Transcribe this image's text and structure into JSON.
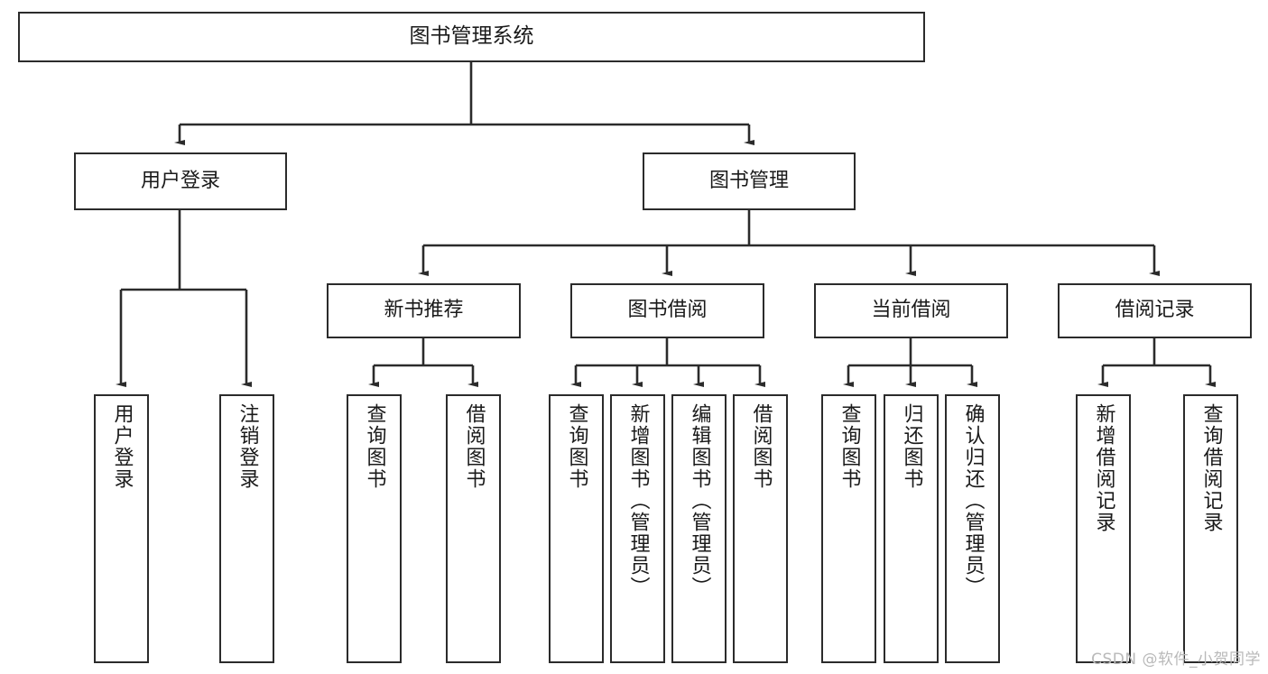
{
  "diagram": {
    "title": "图书管理系统",
    "type": "tree",
    "watermark": "CSDN @软件_小贺同学",
    "stroke_color": "#2b2b2b",
    "background_color": "#ffffff",
    "text_color": "#1a1a1a",
    "watermark_color": "#b9b9b9"
  },
  "nodes": {
    "root": {
      "label": "图书管理系统"
    },
    "level2": [
      {
        "label": "用户登录"
      },
      {
        "label": "图书管理"
      }
    ],
    "level3": [
      {
        "label": "新书推荐"
      },
      {
        "label": "图书借阅"
      },
      {
        "label": "当前借阅"
      },
      {
        "label": "借阅记录"
      }
    ],
    "leaves": {
      "user_login": [
        {
          "label": "用户登录"
        },
        {
          "label": "注销登录"
        }
      ],
      "new_book_recommend": [
        {
          "label": "查询图书"
        },
        {
          "label": "借阅图书"
        }
      ],
      "book_borrow": [
        {
          "label": "查询图书"
        },
        {
          "label": "新增图书（管理员）"
        },
        {
          "label": "编辑图书（管理员）"
        },
        {
          "label": "借阅图书"
        }
      ],
      "current_borrow": [
        {
          "label": "查询图书"
        },
        {
          "label": "归还图书"
        },
        {
          "label": "确认归还（管理员）"
        }
      ],
      "borrow_record": [
        {
          "label": "新增借阅记录"
        },
        {
          "label": "查询借阅记录"
        }
      ]
    }
  }
}
